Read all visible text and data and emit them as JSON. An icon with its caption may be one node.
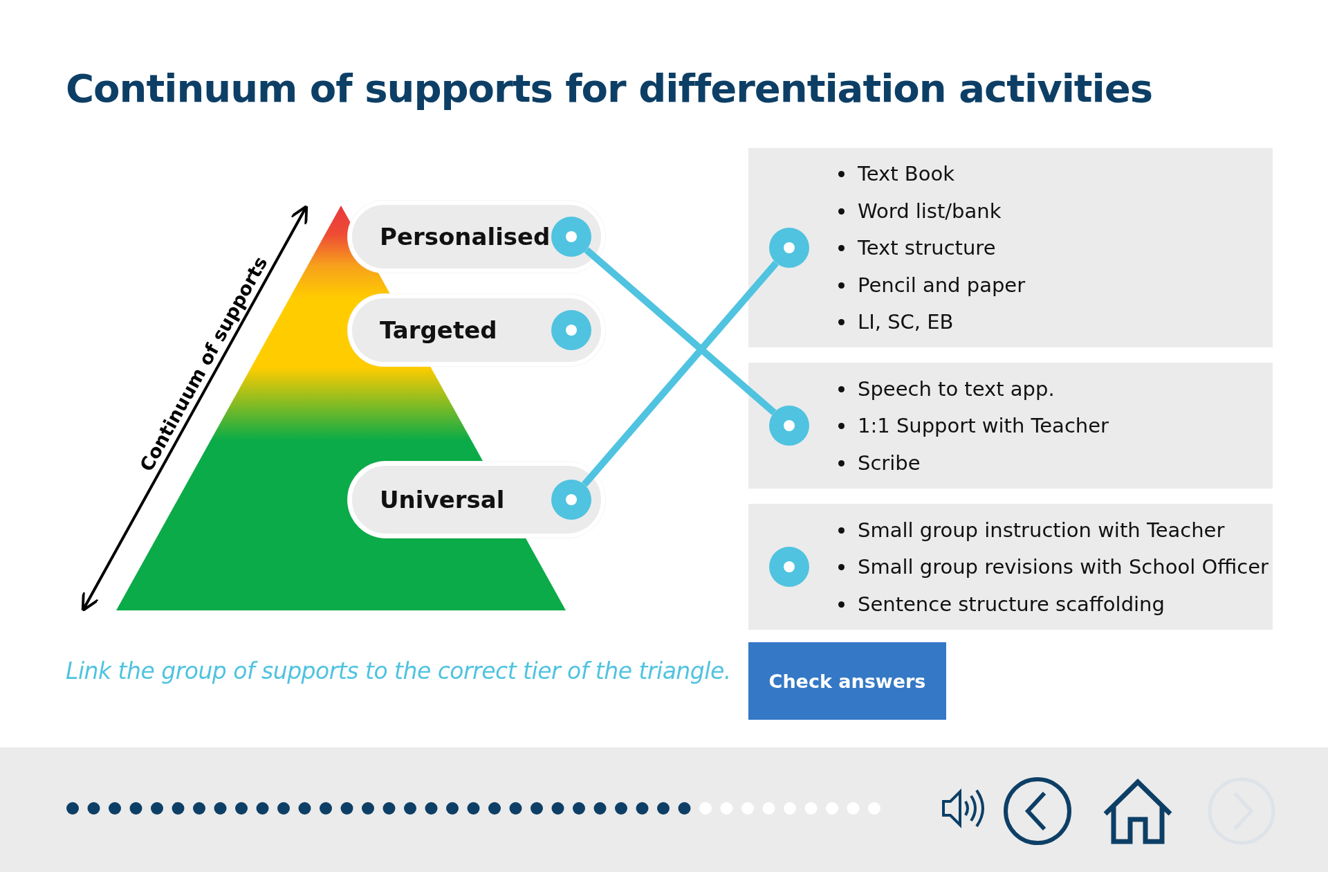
{
  "diagram": {
    "title": "Continuum of supports for differentiation activities",
    "nodes": [
      {
        "text": [
          "Personalised"
        ]
      },
      {
        "text": [],
        "shape": "circle",
        "in": 0
      },
      {
        "text": [
          "Targeted"
        ]
      },
      {
        "text": [],
        "shape": "circle",
        "in": 2
      },
      {
        "text": [
          "Universal"
        ]
      },
      {
        "text": [],
        "shape": "circle",
        "in": 4
      },
      {
        "text": [
          "Text Book",
          "Word list/bank",
          "Text structure",
          "Pencil and paper",
          "LI, SC, EB"
        ]
      },
      {
        "text": [],
        "shape": "circle",
        "in": 6
      },
      {
        "text": [
          "Speech to text app.",
          "1:1 Support with Teacher",
          "Scribe"
        ]
      },
      {
        "text": [],
        "shape": "circle",
        "in": 8
      },
      {
        "text": [
          "Small group instruction with Teacher",
          "Small group revisions with School Officer",
          "Sentence structure scaffolding"
        ]
      },
      {
        "text": [],
        "shape": "circle",
        "in": 10
      }
    ],
    "edges": [
      {
        "from": 1,
        "to": 9,
        "arrow": "none"
      },
      {
        "from": 5,
        "to": 7,
        "arrow": "none"
      }
    ],
    "labels": [
      "Continuum of supports",
      "Link the group of supports to the correct tier of the triangle.",
      "Check answers"
    ]
  }
}
